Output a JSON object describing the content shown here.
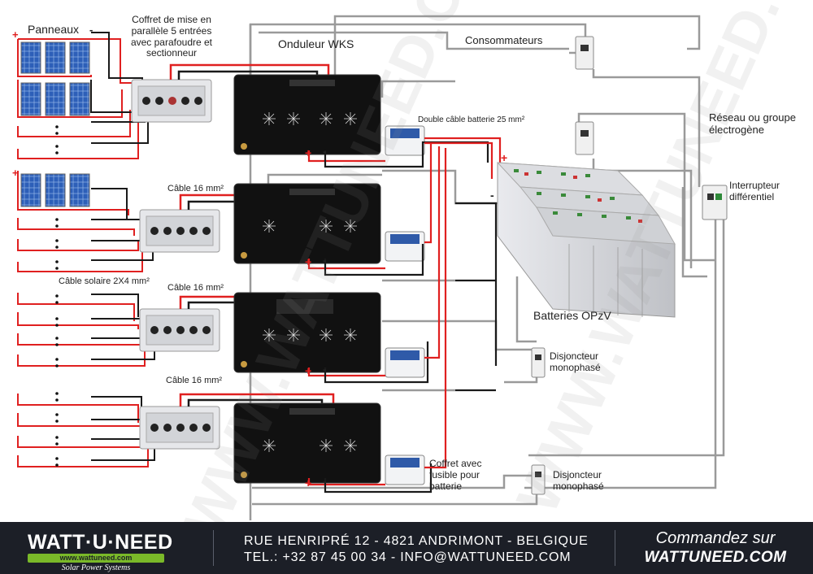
{
  "labels": {
    "panneaux": "Panneaux",
    "coffret_title": "Coffret de mise en parallèle 5 entrées avec parafoudre et sectionneur",
    "onduleur": "Onduleur WKS",
    "consommateurs": "Consommateurs",
    "double_cable": "Double câble batterie 25 mm²",
    "reseau": "Réseau ou groupe électrogène",
    "interrupteur": "Interrupteur différentiel",
    "cable16_a": "Câble 16 mm²",
    "cable16_b": "Câble 16 mm²",
    "cable16_c": "Câble 16 mm²",
    "cable_solaire": "Câble solaire 2X4 mm²",
    "batteries": "Batteries OPzV",
    "disjoncteur_1": "Disjoncteur monophasé",
    "disjoncteur_2": "Disjoncteur monophasé",
    "coffret_fusible": "Coffret avec fusible pour batterie",
    "plus": "+",
    "minus": "-"
  },
  "watermark": "WWW.WATTUNEED.COM",
  "footer": {
    "logo": "WATT·U·NEED",
    "logo_url": "www.wattuneed.com",
    "logo_tagline": "Solar Power Systems",
    "address_line1": "RUE HENRIPRÉ 12 - 4821 ANDRIMONT - BELGIQUE",
    "address_line2": "TEL.: +32 87 45 00 34 - INFO@WATTUNEED.COM",
    "cta_line1": "Commandez sur",
    "cta_line2": "WATTUNEED.COM"
  },
  "colors": {
    "positive_wire": "#e02020",
    "negative_wire": "#1a1a1a",
    "ac_wire": "#9a9a9a",
    "footer_bg": "#1c1f27",
    "logo_green": "#7ab929"
  }
}
